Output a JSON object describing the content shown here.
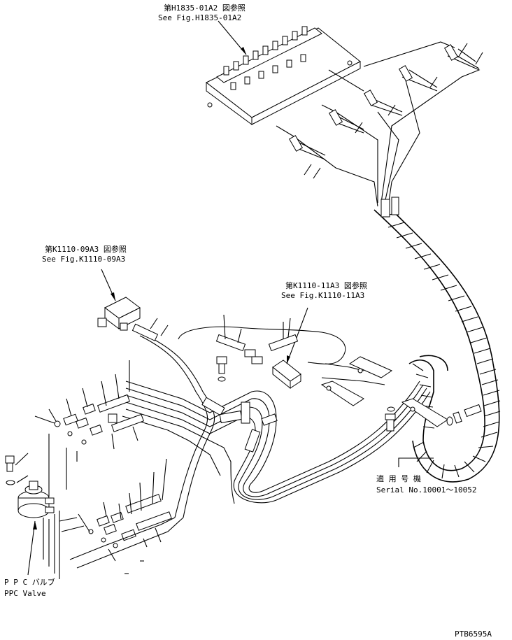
{
  "callouts": {
    "valve_block_ref_jp": "第H1835-01A2 図参照",
    "valve_block_ref_en": "See Fig.H1835-01A2",
    "left_valve_ref_jp": "第K1110-09A3 図参照",
    "left_valve_ref_en": "See Fig.K1110-09A3",
    "mid_valve_ref_jp": "第K1110-11A3 図参照",
    "mid_valve_ref_en": "See Fig.K1110-11A3",
    "serial_jp": "適 用 号 機",
    "serial_en": "Serial No.10001～10052",
    "ppc_valve_jp": "P P C バルブ",
    "ppc_valve_en": "PPC Valve"
  },
  "drawing_code": "PTB6595A"
}
